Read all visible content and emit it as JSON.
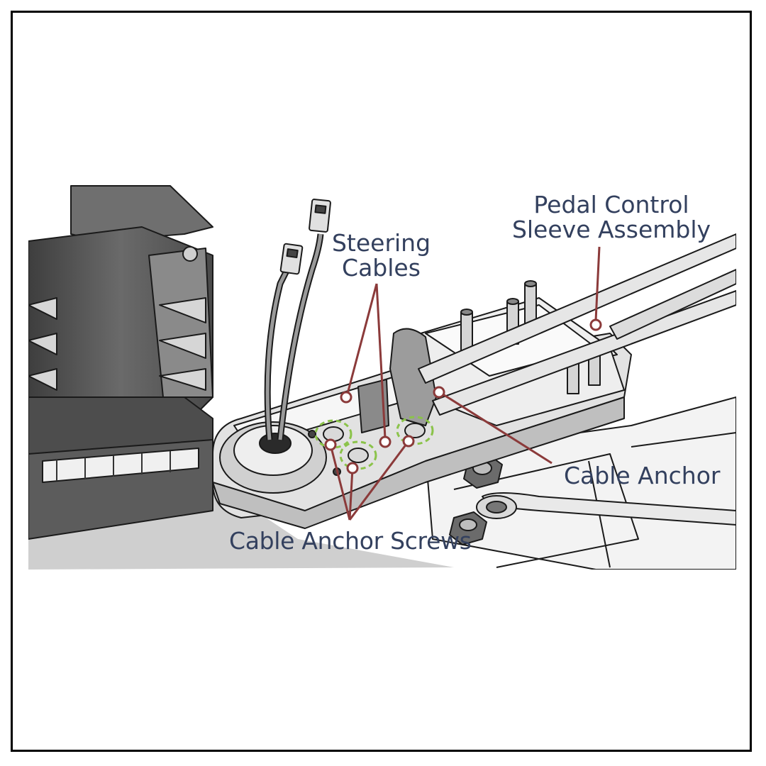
{
  "callouts": {
    "pedal_control": {
      "line1": "Pedal Control",
      "line2": "Sleeve Assembly"
    },
    "steering_cables": {
      "line1": "Steering",
      "line2": "Cables"
    },
    "cable_anchor": "Cable Anchor",
    "cable_anchor_screws": "Cable Anchor Screws"
  },
  "colors": {
    "callout_text": "#33405e",
    "leader_line": "#8b3a3a",
    "screw_highlight": "#8bc34a",
    "part_dark": "#5a5a5a",
    "part_light": "#e6e6e6",
    "outline": "#1a1a1a"
  }
}
